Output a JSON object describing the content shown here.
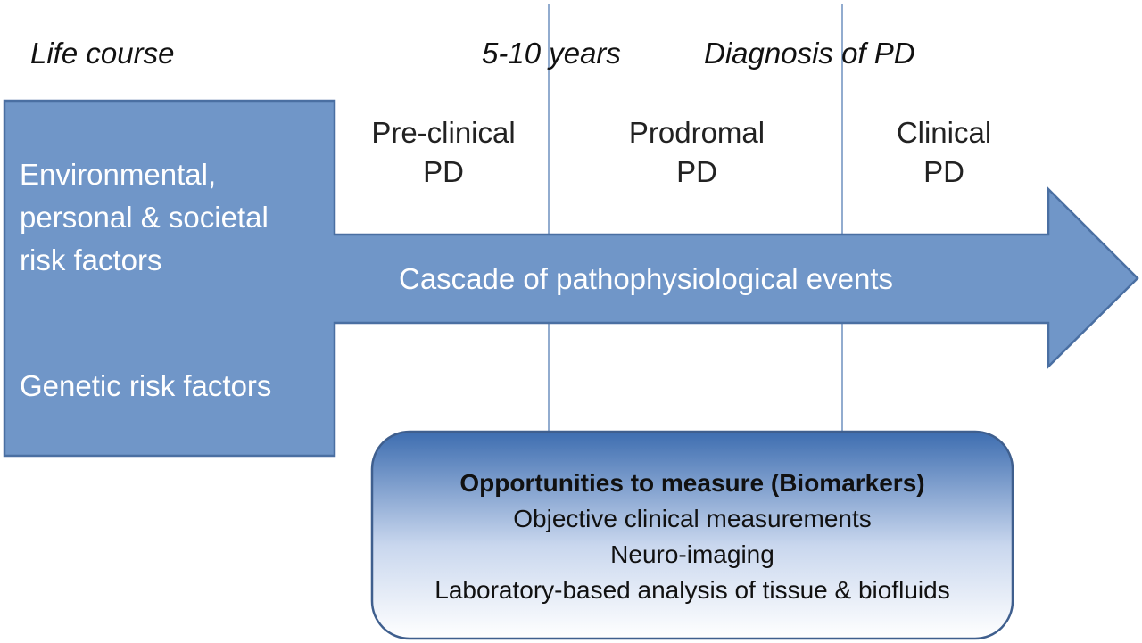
{
  "colors": {
    "arrow_fill": "#7096c8",
    "arrow_stroke": "#4a6fa2",
    "divider_line": "#6f90bf",
    "box_gradient_top": "#3d6db0",
    "box_gradient_bottom": "#ffffff",
    "box_stroke": "#3f5f8e"
  },
  "timeline": {
    "life_course": "Life course",
    "years": "5-10 years",
    "diagnosis": "Diagnosis of PD"
  },
  "stages": [
    {
      "line1": "Pre-clinical",
      "line2": "PD"
    },
    {
      "line1": "Prodromal",
      "line2": "PD"
    },
    {
      "line1": "Clinical",
      "line2": "PD"
    }
  ],
  "risk_factors": {
    "environmental": [
      "Environmental,",
      "personal & societal",
      "risk factors"
    ],
    "genetic": "Genetic risk factors"
  },
  "cascade_label": "Cascade of pathophysiological events",
  "biomarkers": {
    "title": "Opportunities to measure (Biomarkers)",
    "items": [
      "Objective clinical measurements",
      "Neuro-imaging",
      "Laboratory-based analysis of tissue & biofluids"
    ]
  }
}
